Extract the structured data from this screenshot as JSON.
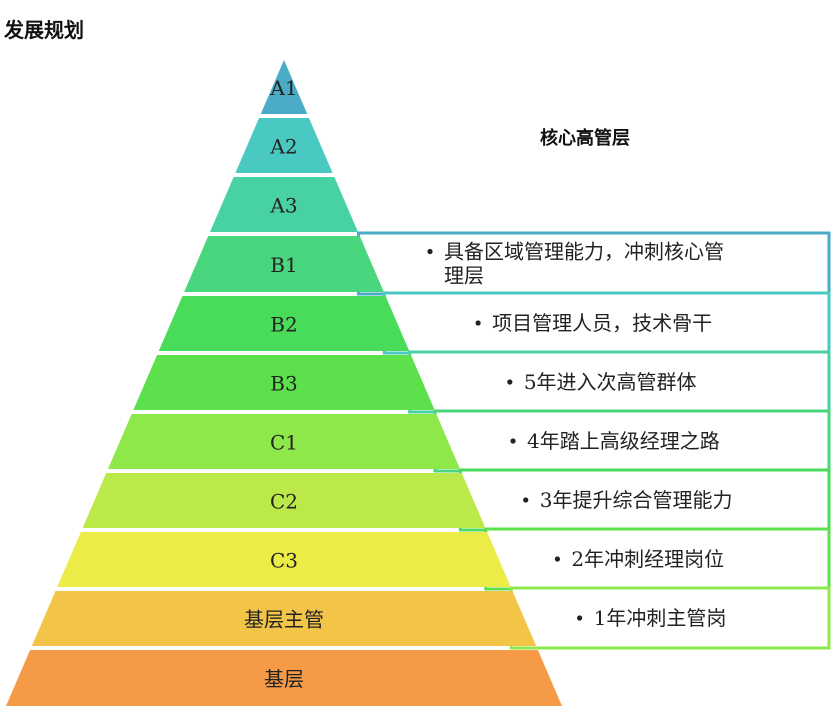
{
  "title": "发展规划",
  "core_label": "核心高管层",
  "levels": [
    {
      "label": "A1",
      "color": "#4aabc4"
    },
    {
      "label": "A2",
      "color": "#4ac9c2"
    },
    {
      "label": "A3",
      "color": "#48d1a4"
    },
    {
      "label": "B1",
      "color": "#49d67e",
      "desc": [
        "具备区域管理能力，冲刺核心管",
        "理层"
      ]
    },
    {
      "label": "B2",
      "color": "#49dc5a",
      "desc": [
        "项目管理人员，技术骨干"
      ]
    },
    {
      "label": "B3",
      "color": "#5ce04c",
      "desc": [
        "5年进入次高管群体"
      ]
    },
    {
      "label": "C1",
      "color": "#8ee84a",
      "desc": [
        "4年踏上高级经理之路"
      ]
    },
    {
      "label": "C2",
      "color": "#bce94a",
      "desc": [
        "3年提升综合管理能力"
      ]
    },
    {
      "label": "C3",
      "color": "#ecec48",
      "desc": [
        "2年冲刺经理岗位"
      ]
    },
    {
      "label": "基层主管",
      "color": "#f2c447",
      "desc": [
        "1年冲刺主管岗"
      ]
    },
    {
      "label": "基层",
      "color": "#f59a47"
    }
  ]
}
